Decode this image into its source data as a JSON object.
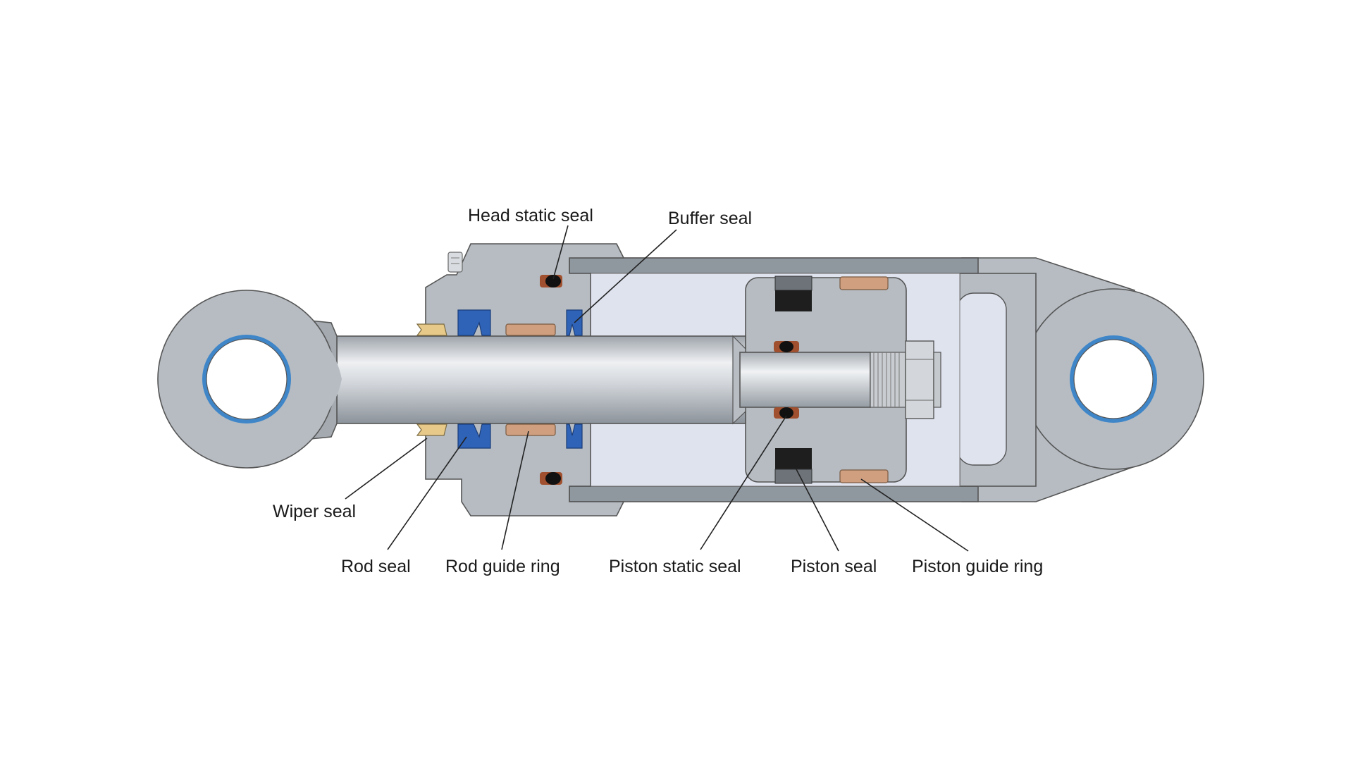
{
  "labels": {
    "head_static_seal": "Head static seal",
    "buffer_seal": "Buffer seal",
    "wiper_seal": "Wiper seal",
    "rod_seal": "Rod seal",
    "rod_guide_ring": "Rod guide ring",
    "piston_static_seal": "Piston static seal",
    "piston_seal": "Piston seal",
    "piston_guide_ring": "Piston guide ring"
  },
  "colors": {
    "housing": "#b4bac0",
    "chamber": "#dfe3ee",
    "rod": "#c8ccd2",
    "barrel": "#8f979f",
    "rod_seal": "#2f63b8",
    "guide_ring": "#cf9f80",
    "wiper": "#e7c98a",
    "piston_seal": "#1e1e1e",
    "static_seal": "#a0502e",
    "bushing": "#3f86c9"
  }
}
